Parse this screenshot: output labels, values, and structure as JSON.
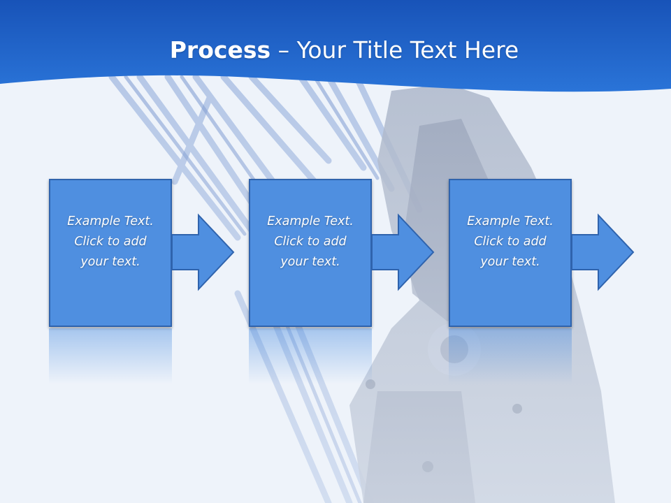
{
  "slide": {
    "title_bold": "Process",
    "title_rest": " – Your Title Text Here"
  },
  "steps": [
    {
      "line1": "Example Text.",
      "line2": "Click  to add",
      "line3": "your text."
    },
    {
      "line1": "Example Text.",
      "line2": "Click  to add",
      "line3": "your text."
    },
    {
      "line1": "Example Text.",
      "line2": "Click  to add",
      "line3": "your text."
    }
  ],
  "colors": {
    "header_blue": "#1e5ec9",
    "box_fill": "#4f8fe0",
    "box_border": "#2f63ad",
    "background": "#eef3fa"
  },
  "icons": {
    "arrow": "right-arrow-icon",
    "background": "crimping-tool-photo"
  }
}
